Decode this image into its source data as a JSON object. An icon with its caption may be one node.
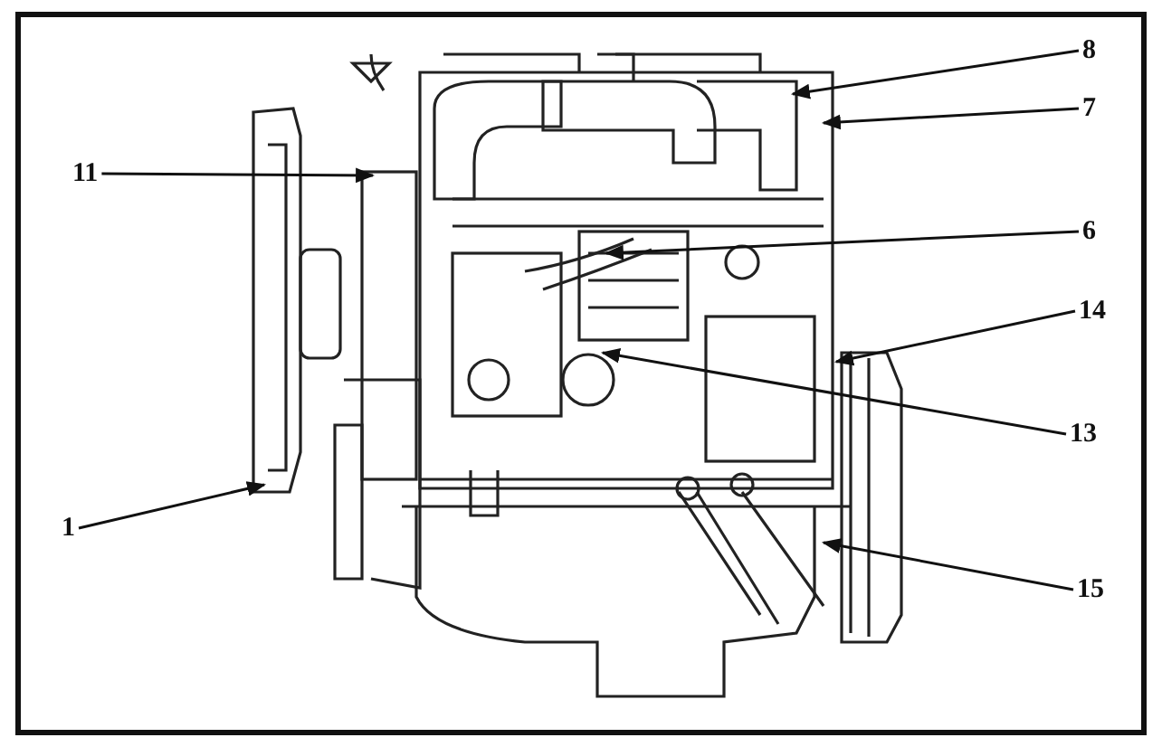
{
  "diagram": {
    "nodes": [
      {
        "text": [
          "8"
        ]
      },
      {
        "text": [
          "7"
        ]
      },
      {
        "text": [
          "11"
        ]
      },
      {
        "text": [
          "6"
        ]
      },
      {
        "text": [
          "14"
        ]
      },
      {
        "text": [
          "13"
        ]
      },
      {
        "text": [
          "1"
        ]
      },
      {
        "text": [
          "15"
        ]
      }
    ],
    "edges": [
      {
        "from": 0,
        "to": null,
        "arrow": "to"
      },
      {
        "from": 1,
        "to": null,
        "arrow": "to"
      },
      {
        "from": 2,
        "to": null,
        "arrow": "to"
      },
      {
        "from": 3,
        "to": null,
        "arrow": "to"
      },
      {
        "from": 4,
        "to": null,
        "arrow": "to"
      },
      {
        "from": 5,
        "to": null,
        "arrow": "to"
      },
      {
        "from": 6,
        "to": null,
        "arrow": "to"
      },
      {
        "from": 7,
        "to": null,
        "arrow": "to"
      }
    ]
  }
}
